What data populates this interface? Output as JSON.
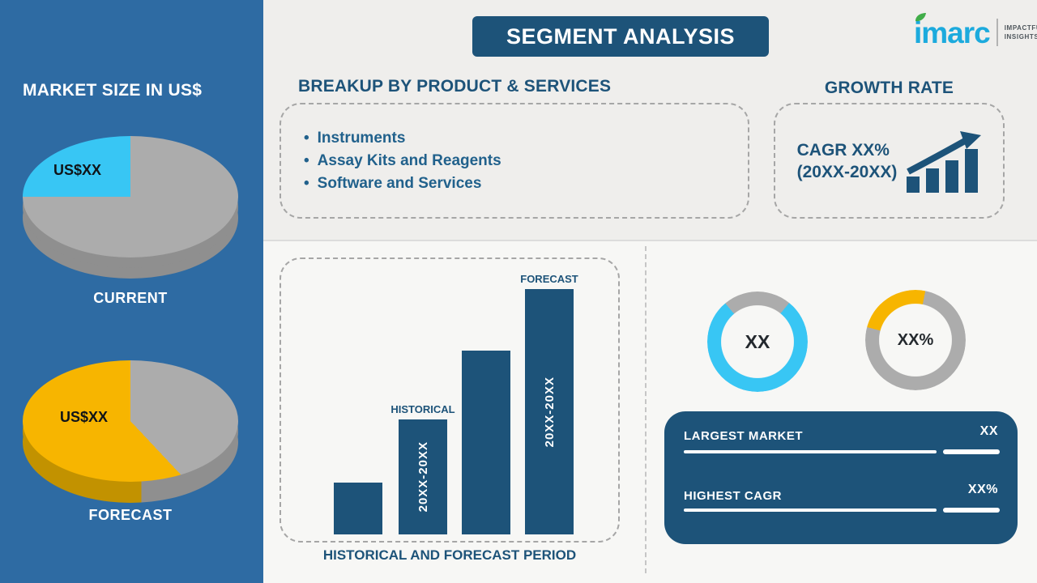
{
  "header": {
    "title": "SEGMENT ANALYSIS"
  },
  "logo": {
    "wordmark": "imarc",
    "tagline_line1": "IMPACTFUL",
    "tagline_line2": "INSIGHTS"
  },
  "sidebar": {
    "title": "MARKET SIZE IN US$"
  },
  "breakup": {
    "heading": "BREAKUP BY PRODUCT & SERVICES",
    "bullet": "•",
    "items": [
      "Instruments",
      "Assay Kits and Reagents",
      "Software and Services"
    ]
  },
  "growth": {
    "heading": "GROWTH RATE",
    "cagr_line1": "CAGR XX%",
    "cagr_line2": "(20XX-20XX)"
  },
  "stats": {
    "largest_market_label": "LARGEST MARKET",
    "largest_market_value": "XX",
    "highest_cagr_label": "HIGHEST CAGR",
    "highest_cagr_value": "XX%"
  },
  "colors": {
    "sidebar-blue": "#2e6ba3",
    "navy": "#1d5379",
    "cyan": "#38c6f4",
    "yellow": "#f7b500",
    "gray": "#acacac",
    "gray-dark": "#8f8f8f",
    "gold-dark": "#c29200",
    "bg": "#efeeec",
    "bg-lower": "#f7f7f5",
    "imarc-teal": "#1caadd",
    "leaf-green": "#41ad49"
  },
  "chart_data": [
    {
      "id": "current-pie",
      "type": "pie",
      "title": "CURRENT",
      "label": "US$XX",
      "start_deg": 270,
      "slices": [
        {
          "name": "highlight",
          "color_key": "cyan",
          "value": 25
        },
        {
          "name": "rest",
          "color_key": "gray",
          "value": 75
        }
      ]
    },
    {
      "id": "forecast-pie",
      "type": "pie",
      "title": "FORECAST",
      "label": "US$XX",
      "start_deg": 0,
      "slices": [
        {
          "name": "rest",
          "color_key": "gray",
          "value": 38
        },
        {
          "name": "highlight",
          "color_key": "yellow",
          "value": 62
        }
      ]
    },
    {
      "id": "period-bars",
      "type": "bar",
      "historical_label": "HISTORICAL",
      "forecast_label": "FORECAST",
      "historical_range": "20XX-20XX",
      "forecast_range": "20XX-20XX",
      "caption": "HISTORICAL AND FORECAST PERIOD",
      "relative_heights": [
        0.21,
        0.47,
        0.75,
        1.0
      ],
      "bar_color_key": "navy"
    },
    {
      "id": "donut-left",
      "type": "donut",
      "center_label": "XX",
      "start_deg": 320,
      "slices": [
        {
          "name": "rest",
          "color_key": "gray",
          "value": 22
        },
        {
          "name": "highlight",
          "color_key": "cyan",
          "value": 78
        }
      ]
    },
    {
      "id": "donut-right",
      "type": "donut",
      "center_label": "XX%",
      "start_deg": 285,
      "slices": [
        {
          "name": "highlight",
          "color_key": "yellow",
          "value": 24
        },
        {
          "name": "rest",
          "color_key": "gray",
          "value": 76
        }
      ]
    }
  ]
}
